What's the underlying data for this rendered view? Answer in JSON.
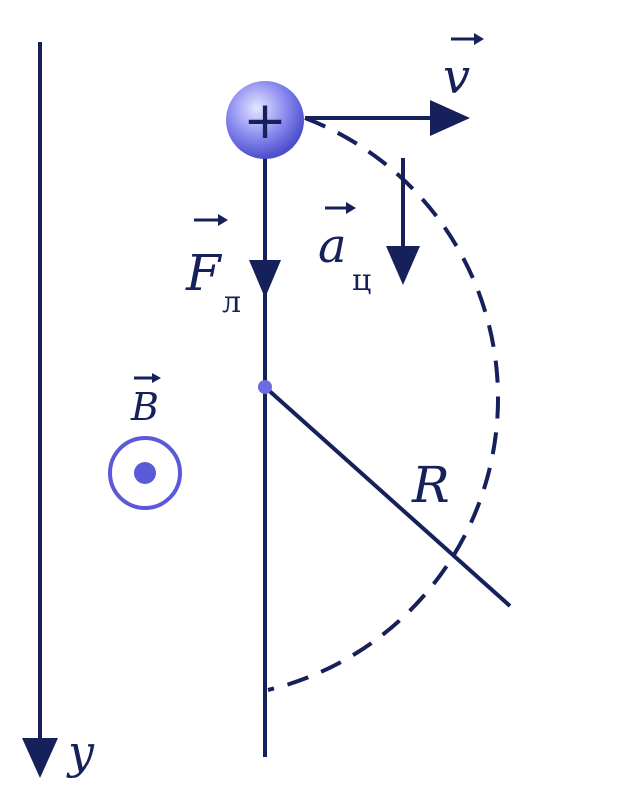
{
  "labels": {
    "velocity": "v",
    "lorentz_force": "F",
    "lorentz_force_sub": "л",
    "centripetal_accel": "a",
    "centripetal_accel_sub": "ц",
    "magnetic_field": "B",
    "radius": "R",
    "axis": "y",
    "charge_sign": "+"
  },
  "colors": {
    "ink": "#16205a",
    "charge": "#6b6de0",
    "field": "#5a5ad8"
  }
}
